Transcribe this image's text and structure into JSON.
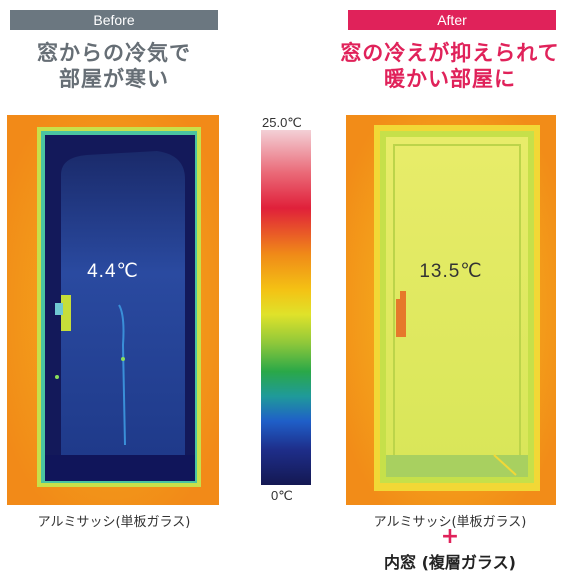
{
  "before": {
    "tag": "Before",
    "headline_line1": "窓からの冷気で",
    "headline_line2": "部屋が寒い",
    "temperature": "4.4℃",
    "caption": "アルミサッシ(単板ガラス)"
  },
  "after": {
    "tag": "After",
    "headline_line1": "窓の冷えが抑えられて",
    "headline_line2": "暖かい部屋に",
    "temperature": "13.5℃",
    "caption": "アルミサッシ(単板ガラス)",
    "plus": "+",
    "caption2": "内窓 (複層ガラス)"
  },
  "scale": {
    "max_label": "25.0℃",
    "min_label": "0℃"
  },
  "colors": {
    "before_tag": "#6b7780",
    "after_tag": "#e0225a",
    "before_headline": "#666e75",
    "after_headline": "#e0225a"
  }
}
